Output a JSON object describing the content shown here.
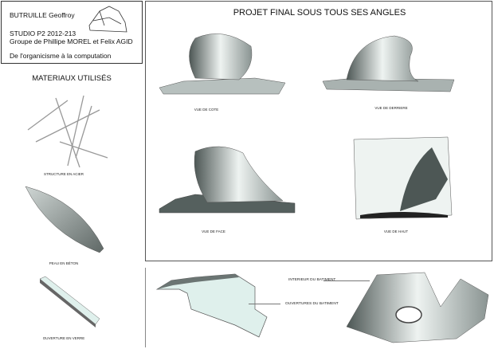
{
  "header": {
    "author": "BUTRUILLE Geoffroy",
    "studio": "STUDIO P2 2012-213",
    "group": "Groupe de Phillipe MOREL et Felix AGID",
    "subtitle": "De l'organicisme à la computation"
  },
  "materials": {
    "title": "MATERIAUX UTILISÉS",
    "items": [
      {
        "label": "STRUCTURE EN ACIER"
      },
      {
        "label": "PEAU EN BÉTON"
      },
      {
        "label": "OUVERTURE EN VERRE"
      }
    ]
  },
  "views": {
    "title": "PROJET FINAL SOUS TOUS SES ANGLES",
    "items": [
      {
        "label": "VUE DE COTE"
      },
      {
        "label": "VUE DE DERRIERE"
      },
      {
        "label": "VUE DE FACE"
      },
      {
        "label": "VUE DE HAUT"
      }
    ]
  },
  "details": {
    "interior": "INTERIEUR DU BATIMENT",
    "openings": "OUVERTURES DU BATIMENT"
  }
}
